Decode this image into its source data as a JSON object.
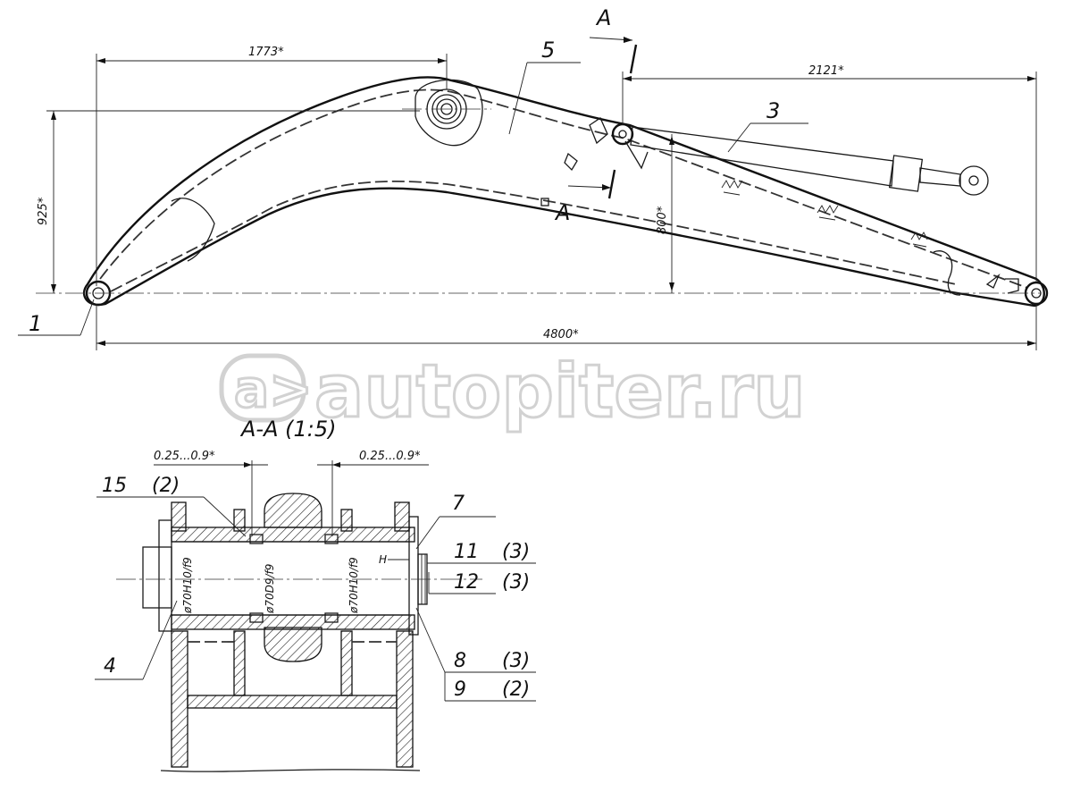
{
  "drawing": {
    "dimensions": {
      "pivot_to_lug": "1773*",
      "cylinder_length": "2121*",
      "height": "925*",
      "lug_height": "800*",
      "total_length": "4800*",
      "clearance_left": "0.25...0.9*",
      "clearance_right": "0.25...0.9*"
    },
    "section_marks": {
      "top": "A",
      "bottom": "A"
    },
    "section_view": {
      "title": "A-A (1:5)",
      "diameters": {
        "left": "ø70H10/f9",
        "middle": "ø70D9/f9",
        "right": "ø70H10/f9"
      },
      "gap_label": "H"
    },
    "callouts": {
      "c1": "1",
      "c3": "3",
      "c4": "4",
      "c5": "5",
      "c7": "7",
      "c8": "8",
      "c8_qty": "(3)",
      "c9": "9",
      "c9_qty": "(2)",
      "c11": "11",
      "c11_qty": "(3)",
      "c12": "12",
      "c12_qty": "(3)",
      "c15": "15",
      "c15_qty": "(2)"
    },
    "watermark": "autopiter.ru"
  }
}
